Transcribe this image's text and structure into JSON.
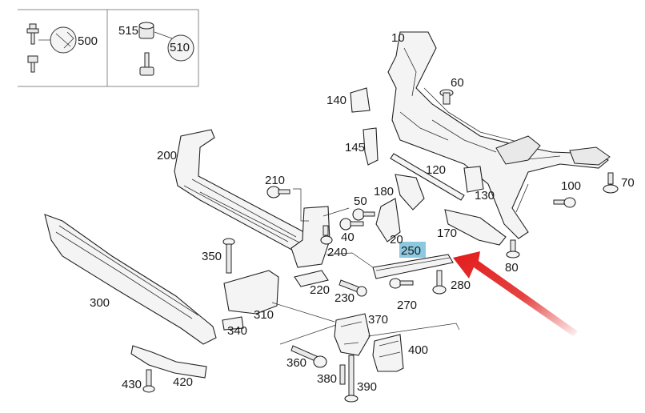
{
  "diagram": {
    "highlight_color": "#8cc8e0",
    "arrow_color": "#e02020",
    "callouts": {
      "c10": "10",
      "c20": "20",
      "c40": "40",
      "c50": "50",
      "c60": "60",
      "c70": "70",
      "c80": "80",
      "c100": "100",
      "c120": "120",
      "c130": "130",
      "c140": "140",
      "c145": "145",
      "c170": "170",
      "c180": "180",
      "c200": "200",
      "c210": "210",
      "c220": "220",
      "c230": "230",
      "c240": "240",
      "c250": "250",
      "c270": "270",
      "c280": "280",
      "c300": "300",
      "c310": "310",
      "c340": "340",
      "c350": "350",
      "c360": "360",
      "c370": "370",
      "c380": "380",
      "c390": "390",
      "c400": "400",
      "c420": "420",
      "c430": "430",
      "c500": "500",
      "c510": "510",
      "c515": "515"
    }
  }
}
